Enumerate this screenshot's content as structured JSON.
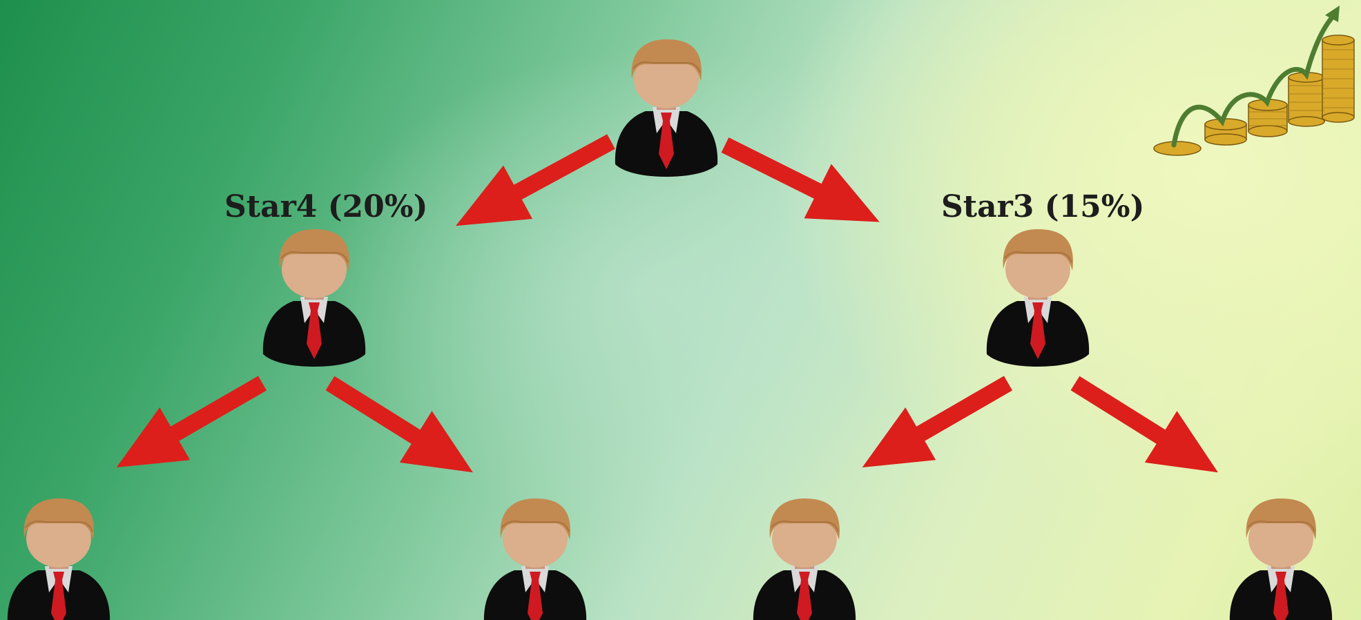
{
  "nodes": {
    "left_child_label": "Star4 (20%)",
    "right_child_label": "Star3 (15%)"
  },
  "icons": {
    "person": "businessman-icon",
    "arrow": "red-arrow",
    "growth": "coin-stacks-growth-icon"
  },
  "colors": {
    "arrow": "#dc1f1a",
    "hair": "#c28a50",
    "face": "#dbae8c",
    "suit": "#0d0d0d",
    "tie": "#cf1a22",
    "shirt": "#d9d9d9",
    "coin": "#d9a92a",
    "growth_arrow": "#4e7d32"
  }
}
